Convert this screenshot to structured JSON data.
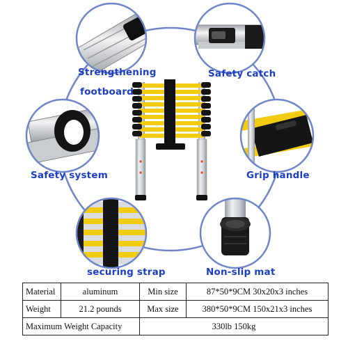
{
  "callouts": {
    "strengthening_line1": "Strengthening",
    "strengthening_line2": "footboard",
    "safety_catch": "Safety catch",
    "safety_system": "Safety system",
    "grip_handle": "Grip handle",
    "securing_strap": "securing strap",
    "non_slip_mat": "Non-slip mat"
  },
  "specs": {
    "row1": {
      "label1": "Material",
      "value1": "aluminum",
      "label2": "Min size",
      "value2": "87*50*9CM   30x20x3 inches"
    },
    "row2": {
      "label1": "Weight",
      "value1": "21.2 pounds",
      "label2": "Max size",
      "value2": "380*50*9CM    150x21x3 inches"
    },
    "row3": {
      "label": "Maximum Weight Capacity",
      "value": "330lb 150kg"
    }
  },
  "colors": {
    "label_blue": "#1c3ec4",
    "ring_blue": "#6e86c8",
    "rung_yellow": "#f2cc10"
  },
  "icons": [
    "ladder-image",
    "footboard-detail-image",
    "safety-catch-detail-image",
    "safety-system-detail-image",
    "grip-handle-detail-image",
    "securing-strap-detail-image",
    "non-slip-mat-detail-image"
  ]
}
